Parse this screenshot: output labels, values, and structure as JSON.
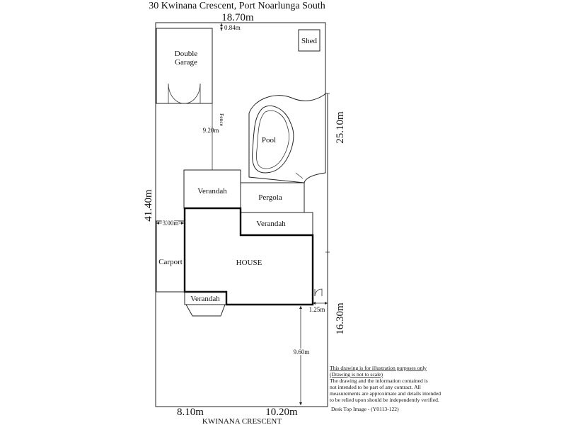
{
  "title": "30 Kwinana Crescent, Port Noarlunga South",
  "dimensions": {
    "top_width": "18.70m",
    "left_depth": "41.40m",
    "right_upper": "25.10m",
    "right_lower": "16.30m",
    "front_left": "8.10m",
    "front_right": "10.20m",
    "garage_offset": "0.84m",
    "fence_length": "9.20m",
    "side_setback": "3.00m",
    "front_setback": "9.60m",
    "side_gap": "1.25m"
  },
  "labels": {
    "shed": "Shed",
    "garage_line1": "Double",
    "garage_line2": "Garage",
    "fence": "Fence",
    "pool": "Pool",
    "verandah_top": "Verandah",
    "pergola": "Pergola",
    "verandah_mid": "Verandah",
    "carport": "Carport",
    "house": "HOUSE",
    "verandah_front": "Verandah"
  },
  "street": "KWINANA CRESCENT",
  "disclaimer": {
    "line1": "This drawing is for illustration purposes only",
    "line2": "(Drawing is not to scale)",
    "line3": "The drawing and the information contained is",
    "line4": "not intended to be part of any contract.  All",
    "line5": "measurements are approximate and details intended",
    "line6": "to be relied upon should be independently verified."
  },
  "credit": "Desk Top Image - (Y0113-122)"
}
